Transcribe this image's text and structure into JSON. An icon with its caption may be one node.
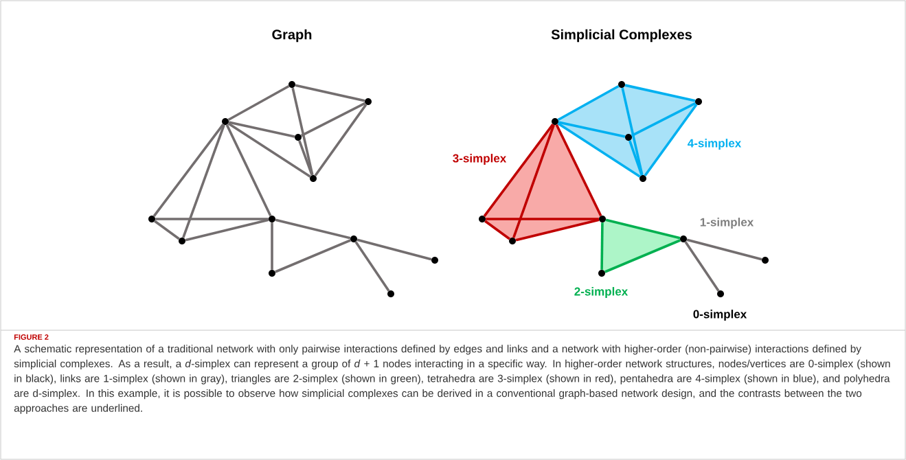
{
  "diagram": {
    "caption": "A schematic representation of a traditional network with only pairwise interactions defined by edges and links and a network with higher-order (non-pairwise) interactions defined by simplicial complexes. As a result, a *d*-simplex can represent a group of *d* + 1 nodes interacting in a specific way. In higher-order network structures, nodes/vertices are 0-simplex (shown in black), links are 1-simplex (shown in gray), triangles are 2-simplex (shown in green), tetrahedra are 3-simplex (shown in red), pentahedra are 4-simplex (shown in blue), and polyhedra are d-simplex. In this example, it is possible to observe how simplicial complexes can be derived in a conventional graph-based network design, and the contrasts between the two approaches are underlined.",
    "nodes": [
      {
        "text": [],
        "shape": "circle"
      },
      {
        "text": [],
        "shape": "circle"
      },
      {
        "text": [],
        "shape": "circle"
      },
      {
        "text": [],
        "shape": "circle"
      },
      {
        "text": [],
        "shape": "circle"
      },
      {
        "text": [],
        "shape": "circle"
      },
      {
        "text": [],
        "shape": "circle"
      },
      {
        "text": [],
        "shape": "circle"
      },
      {
        "text": [],
        "shape": "circle"
      },
      {
        "text": [],
        "shape": "circle"
      },
      {
        "text": [],
        "shape": "circle"
      },
      {
        "text": [],
        "shape": "circle"
      },
      {
        "text": [],
        "shape": "circle"
      },
      {
        "text": [],
        "shape": "circle"
      },
      {
        "text": [],
        "shape": "circle"
      },
      {
        "text": [],
        "shape": "circle"
      },
      {
        "text": [],
        "shape": "circle"
      },
      {
        "text": [],
        "shape": "circle"
      },
      {
        "text": [],
        "shape": "circle"
      },
      {
        "text": [],
        "shape": "circle"
      },
      {
        "text": [],
        "shape": "circle"
      },
      {
        "text": [],
        "shape": "circle"
      },
      {
        "text": [],
        "shape": "circle"
      },
      {
        "text": [],
        "shape": "circle"
      }
    ],
    "edges": [
      {
        "from": 0,
        "to": 1,
        "arrow": "none"
      },
      {
        "from": 0,
        "to": 2,
        "arrow": "none"
      },
      {
        "from": 0,
        "to": 4,
        "arrow": "none"
      },
      {
        "from": 1,
        "to": 3,
        "arrow": "none"
      },
      {
        "from": 1,
        "to": 4,
        "arrow": "none"
      },
      {
        "from": 2,
        "to": 3,
        "arrow": "none"
      },
      {
        "from": 2,
        "to": 4,
        "arrow": "none"
      },
      {
        "from": 3,
        "to": 4,
        "arrow": "none"
      },
      {
        "from": 2,
        "to": 5,
        "arrow": "none"
      },
      {
        "from": 2,
        "to": 7,
        "arrow": "none"
      },
      {
        "from": 2,
        "to": 6,
        "arrow": "none"
      },
      {
        "from": 5,
        "to": 6,
        "arrow": "none"
      },
      {
        "from": 5,
        "to": 7,
        "arrow": "none"
      },
      {
        "from": 7,
        "to": 6,
        "arrow": "none"
      },
      {
        "from": 6,
        "to": 10,
        "arrow": "none"
      },
      {
        "from": 6,
        "to": 8,
        "arrow": "none"
      },
      {
        "from": 10,
        "to": 8,
        "arrow": "none"
      },
      {
        "from": 8,
        "to": 9,
        "arrow": "none"
      },
      {
        "from": 8,
        "to": 11,
        "arrow": "none"
      },
      {
        "from": 12,
        "to": 13,
        "arrow": "none",
        "color": "#00b0f0"
      },
      {
        "from": 12,
        "to": 14,
        "arrow": "none",
        "color": "#00b0f0"
      },
      {
        "from": 12,
        "to": 16,
        "arrow": "none",
        "color": "#00b0f0"
      },
      {
        "from": 13,
        "to": 15,
        "arrow": "none",
        "color": "#00b0f0"
      },
      {
        "from": 13,
        "to": 16,
        "arrow": "none",
        "color": "#00b0f0"
      },
      {
        "from": 14,
        "to": 15,
        "arrow": "none",
        "color": "#00b0f0"
      },
      {
        "from": 14,
        "to": 16,
        "arrow": "none",
        "color": "#00b0f0"
      },
      {
        "from": 15,
        "to": 16,
        "arrow": "none",
        "color": "#00b0f0"
      },
      {
        "from": 14,
        "to": 17,
        "arrow": "none",
        "color": "#c00000"
      },
      {
        "from": 14,
        "to": 19,
        "arrow": "none",
        "color": "#c00000"
      },
      {
        "from": 14,
        "to": 18,
        "arrow": "none",
        "color": "#c00000"
      },
      {
        "from": 17,
        "to": 18,
        "arrow": "none",
        "color": "#c00000"
      },
      {
        "from": 17,
        "to": 19,
        "arrow": "none",
        "color": "#c00000"
      },
      {
        "from": 19,
        "to": 18,
        "arrow": "none",
        "color": "#c00000"
      },
      {
        "from": 18,
        "to": 22,
        "arrow": "none",
        "color": "#00b050"
      },
      {
        "from": 18,
        "to": 20,
        "arrow": "none",
        "color": "#00b050"
      },
      {
        "from": 22,
        "to": 20,
        "arrow": "none",
        "color": "#00b050"
      },
      {
        "from": 20,
        "to": 21,
        "arrow": "none"
      },
      {
        "from": 20,
        "to": 23,
        "arrow": "none"
      }
    ],
    "labels": [
      "Graph",
      "Simplicial Complexes",
      "4-simplex",
      "3-simplex",
      "1-simplex",
      "2-simplex",
      "0-simplex",
      "FIGURE 2"
    ]
  }
}
